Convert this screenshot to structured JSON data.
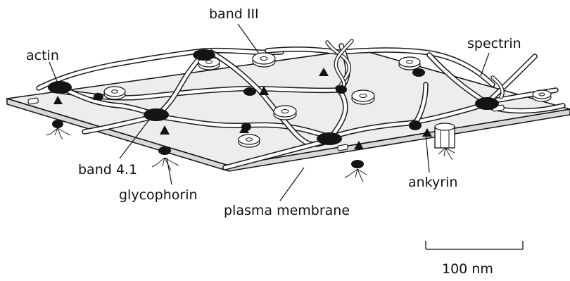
{
  "labels": {
    "band_iii": "band III",
    "actin": "actin",
    "spectrin": "spectrin",
    "band_4_1": "band 4.1",
    "glycophorin": "glycophorin",
    "plasma_membrane": "plasma membrane",
    "ankyrin": "ankyrin"
  },
  "scale_bar": {
    "label": "100 nm"
  },
  "colors": {
    "membrane_fill": "#ededed",
    "ink": "#111111",
    "background": "#ffffff"
  }
}
